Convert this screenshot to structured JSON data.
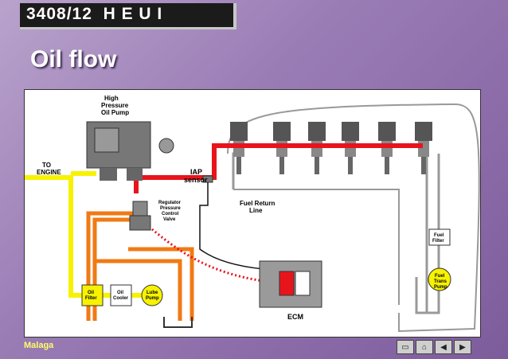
{
  "header": {
    "title": "3408/12  H E U I"
  },
  "slide": {
    "heading": "Oil flow"
  },
  "diagram": {
    "labels": {
      "high_pressure_pump": [
        "High",
        "Pressure",
        "Oil Pump"
      ],
      "to_engine": [
        "TO",
        "ENGINE"
      ],
      "iap_sensor": [
        "IAP",
        "sensor"
      ],
      "regulator_valve": [
        "Regulator",
        "Pressure",
        "Control",
        "Valve"
      ],
      "fuel_return_line": [
        "Fuel Return",
        "Line"
      ],
      "oil_filter": [
        "Oil",
        "Filter"
      ],
      "oil_cooler": [
        "Oil",
        "Cooler"
      ],
      "lube_pump": [
        "Lube",
        "Pump"
      ],
      "fuel_filter": [
        "Fuel",
        "Filter"
      ],
      "fuel_trans_pump": [
        "Fuel",
        "Trans",
        "Pump"
      ],
      "ecm": "ECM"
    },
    "colors": {
      "high_pressure_oil": "#e8141c",
      "low_pressure_oil": "#f7f200",
      "return_oil": "#f07a14",
      "fuel": "#ffffff",
      "signal": "#111111"
    }
  },
  "footer": {
    "location": "Malaga"
  },
  "nav": {
    "buttons": [
      {
        "icon": "back-icon"
      },
      {
        "icon": "home-icon"
      },
      {
        "icon": "previous-icon"
      },
      {
        "icon": "next-icon"
      }
    ]
  }
}
